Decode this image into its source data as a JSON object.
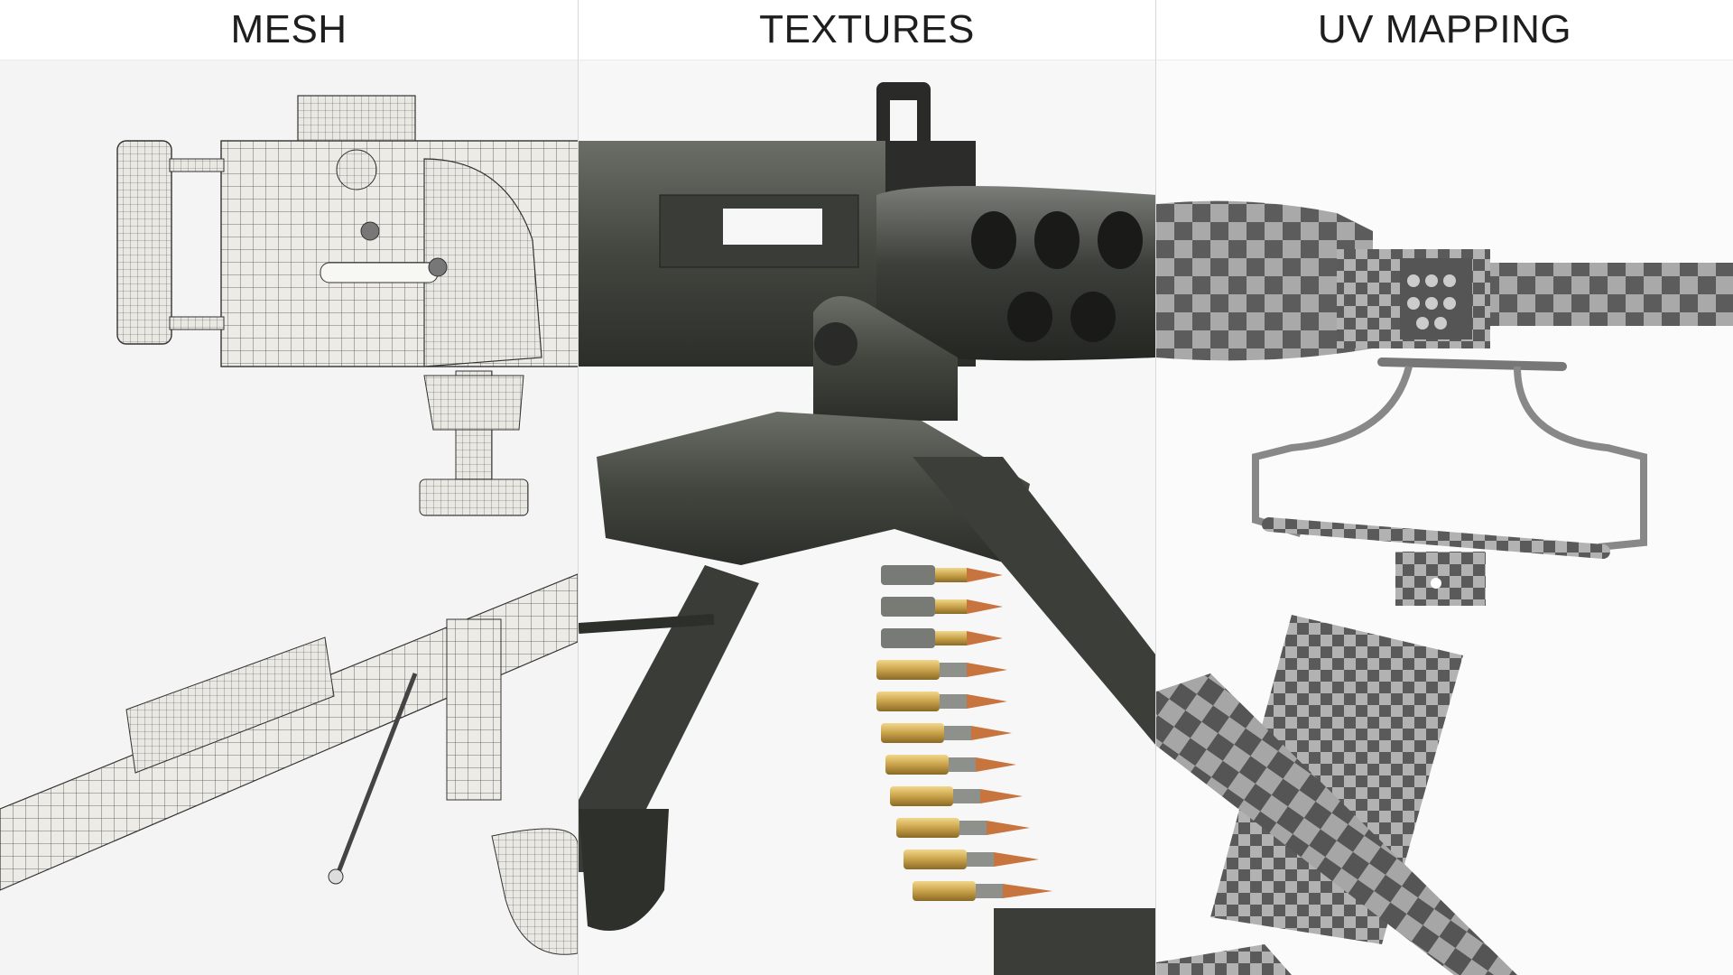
{
  "panels": [
    {
      "label": "MESH"
    },
    {
      "label": "TEXTURES"
    },
    {
      "label": "UV MAPPING"
    }
  ],
  "colors": {
    "mesh_surface": "#ececea",
    "mesh_wire": "#3a3a3a",
    "metal_dark": "#3b3e3a",
    "metal_mid": "#5a5e58",
    "brass": "#c9a24a",
    "copper_tip": "#c8743e",
    "checker_dark": "#5c5c5c",
    "checker_light": "#a9a9a9"
  }
}
